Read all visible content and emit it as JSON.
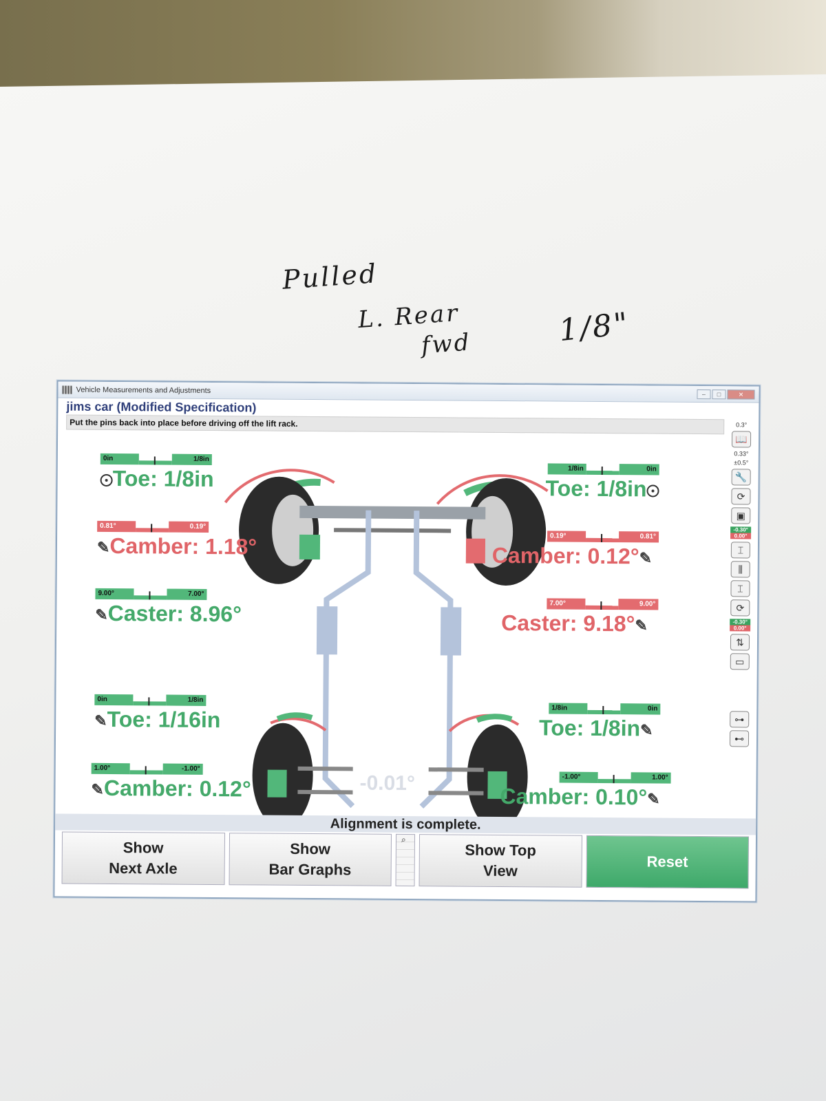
{
  "window": {
    "title": "Vehicle Measurements and Adjustments"
  },
  "header": {
    "vehicle_title": "jims car (Modified Specification)",
    "instruction": "Put the pins back into place before driving off the lift rack."
  },
  "front_left": {
    "toe": {
      "bar_left": "0in",
      "bar_right": "1/8in",
      "label": "Toe: 1/8in",
      "status": "green"
    },
    "camber": {
      "bar_left": "0.81°",
      "bar_right": "0.19°",
      "label": "Camber: 1.18°",
      "status": "red"
    },
    "caster": {
      "bar_left": "9.00°",
      "bar_right": "7.00°",
      "label": "Caster: 8.96°",
      "status": "green"
    }
  },
  "front_right": {
    "toe": {
      "bar_left": "1/8in",
      "bar_right": "0in",
      "label": "Toe: 1/8in",
      "status": "green"
    },
    "camber": {
      "bar_left": "0.19°",
      "bar_right": "0.81°",
      "label": "Camber: 0.12°",
      "status": "red"
    },
    "caster": {
      "bar_left": "7.00°",
      "bar_right": "9.00°",
      "label": "Caster: 9.18°",
      "status": "red"
    }
  },
  "rear_left": {
    "toe": {
      "bar_left": "0in",
      "bar_right": "1/8in",
      "label": "Toe: 1/16in",
      "status": "green"
    },
    "camber": {
      "bar_left": "1.00°",
      "bar_right": "-1.00°",
      "label": "Camber: 0.12°",
      "status": "green"
    }
  },
  "rear_right": {
    "toe": {
      "bar_left": "1/8in",
      "bar_right": "0in",
      "label": "Toe: 1/8in",
      "status": "green"
    },
    "camber": {
      "bar_left": "-1.00°",
      "bar_right": "1.00°",
      "label": "Camber: 0.10°",
      "status": "green"
    }
  },
  "center_value": "-0.01°",
  "sidebar": {
    "top_value": "0.3°",
    "spec_value": "0.33°",
    "spec_tol": "±0.5°",
    "chip1_top": "-0.30°",
    "chip1_bot": "0.00°",
    "chip2_top": "-0.30°",
    "chip2_bot": "0.00°"
  },
  "status": "Alignment is complete.",
  "buttons": {
    "next_axle": "Show\nNext Axle",
    "bar_graphs": "Show\nBar Graphs",
    "top_view": "Show Top\nView",
    "reset": "Reset"
  },
  "handwriting": {
    "line1": "Pulled",
    "line2": "L. Rear",
    "line3": "fwd",
    "line4": "1/8\""
  },
  "colors": {
    "green": "#52b77a",
    "red": "#e36b6f",
    "title_blue": "#2f3f7a"
  }
}
